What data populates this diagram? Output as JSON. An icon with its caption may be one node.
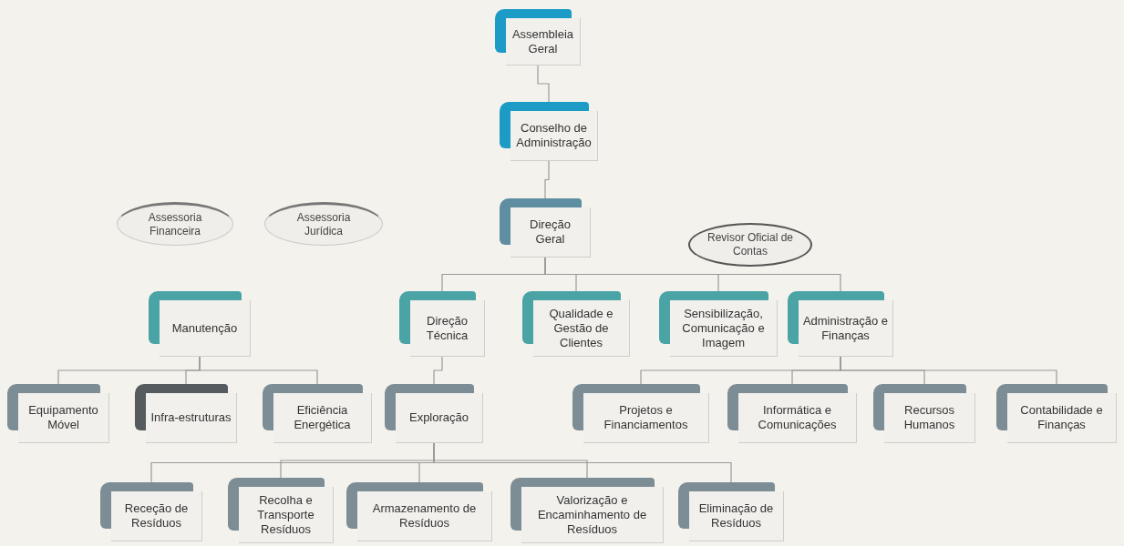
{
  "diagram": {
    "nodes": [
      {
        "text": [
          "Assembleia Geral"
        ]
      },
      {
        "text": [
          "Conselho de Administração"
        ]
      },
      {
        "text": [
          "Direção Geral"
        ]
      },
      {
        "text": [
          "Assessoria Financeira"
        ]
      },
      {
        "text": [
          "Assessoria Jurídica"
        ]
      },
      {
        "text": [
          "Revisor Oficial de Contas"
        ]
      },
      {
        "text": [
          "Manutenção"
        ]
      },
      {
        "text": [
          "Direção Técnica"
        ]
      },
      {
        "text": [
          "Qualidade e Gestão de Clientes"
        ]
      },
      {
        "text": [
          "Sensibilização, Comunicação e Imagem"
        ]
      },
      {
        "text": [
          "Administração e Finanças"
        ]
      },
      {
        "text": [
          "Equipamento Móvel"
        ]
      },
      {
        "text": [
          "Infra-estruturas"
        ]
      },
      {
        "text": [
          "Eficiência Energética"
        ]
      },
      {
        "text": [
          "Exploração"
        ]
      },
      {
        "text": [
          "Projetos e Financiamentos"
        ]
      },
      {
        "text": [
          "Informática e Comunicações"
        ]
      },
      {
        "text": [
          "Recursos Humanos"
        ]
      },
      {
        "text": [
          "Contabilidade e Finanças"
        ]
      },
      {
        "text": [
          "Receção de Resíduos"
        ]
      },
      {
        "text": [
          "Recolha e Transporte Resíduos"
        ]
      },
      {
        "text": [
          "Armazenamento de Resíduos"
        ]
      },
      {
        "text": [
          "Valorização e Encaminhamento de Resíduos"
        ]
      },
      {
        "text": [
          "Eliminação de Resíduos"
        ]
      }
    ],
    "edges": [
      {
        "from": 0,
        "to": 1,
        "arrow": "none"
      },
      {
        "from": 1,
        "to": 2,
        "arrow": "none"
      },
      {
        "from": 2,
        "to": 7,
        "arrow": "none"
      },
      {
        "from": 2,
        "to": 8,
        "arrow": "none"
      },
      {
        "from": 2,
        "to": 9,
        "arrow": "none"
      },
      {
        "from": 2,
        "to": 10,
        "arrow": "none"
      },
      {
        "from": 6,
        "to": 11,
        "arrow": "none"
      },
      {
        "from": 6,
        "to": 12,
        "arrow": "none"
      },
      {
        "from": 6,
        "to": 13,
        "arrow": "none"
      },
      {
        "from": 7,
        "to": 14,
        "arrow": "none"
      },
      {
        "from": 10,
        "to": 15,
        "arrow": "none"
      },
      {
        "from": 10,
        "to": 16,
        "arrow": "none"
      },
      {
        "from": 10,
        "to": 17,
        "arrow": "none"
      },
      {
        "from": 10,
        "to": 18,
        "arrow": "none"
      },
      {
        "from": 14,
        "to": 19,
        "arrow": "none"
      },
      {
        "from": 14,
        "to": 20,
        "arrow": "none"
      },
      {
        "from": 14,
        "to": 21,
        "arrow": "none"
      },
      {
        "from": 14,
        "to": 22,
        "arrow": "none"
      },
      {
        "from": 14,
        "to": 23,
        "arrow": "none"
      }
    ]
  }
}
